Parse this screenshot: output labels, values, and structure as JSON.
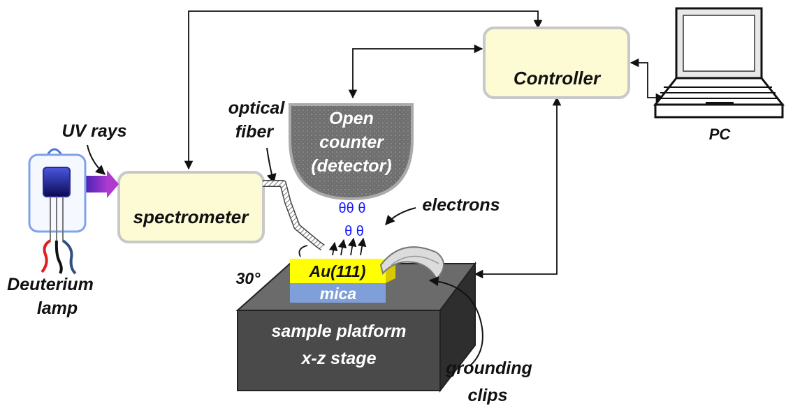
{
  "labels": {
    "uv_rays": "UV rays",
    "optical": "optical",
    "fiber": "fiber",
    "open": "Open",
    "counter": "counter",
    "detector": "(detector)",
    "controller": "Controller",
    "pc": "PC",
    "spectrometer": "spectrometer",
    "electrons": "electrons",
    "electrons_row1": "θθ θ",
    "electrons_row2": "θ θ",
    "angle": "30°",
    "au": "Au(111)",
    "mica": "mica",
    "platform1": "sample  platform",
    "platform2": "x-z stage",
    "deuterium": "Deuterium",
    "lamp": "lamp",
    "grounding": "grounding",
    "clips": "clips"
  },
  "colors": {
    "box_fill": "#fdfbd3",
    "box_stroke": "#c8c8c8",
    "detector_fill": "#6f6f6f",
    "platform_top": "#6b6b6b",
    "platform_front": "#4a4a4a",
    "platform_side": "#2e2e2e",
    "gold": "#ffff00",
    "mica": "#7f9fd9",
    "electron": "#1a1aff"
  }
}
